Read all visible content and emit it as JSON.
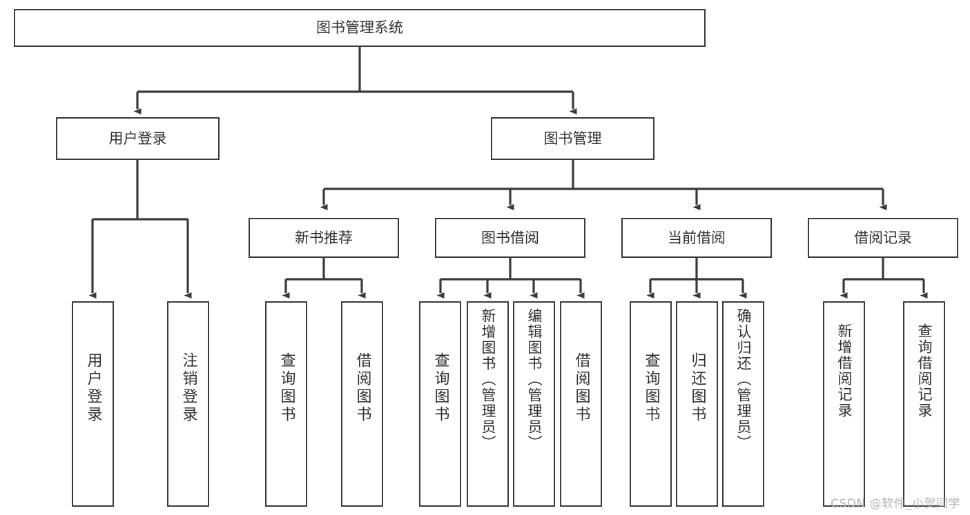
{
  "diagram": {
    "type": "tree",
    "title": "图书管理系统",
    "watermark": "CSDN @软件_小贺同学",
    "colors": {
      "box_border": "#3a3a3a",
      "box_fill": "#ffffff",
      "connector": "#3a3a3a",
      "text": "#2f2f2f",
      "watermark": "#b4b4b4",
      "background": "#ffffff"
    },
    "levels": {
      "root": {
        "label": "图书管理系统"
      },
      "level2": [
        {
          "id": "user-login",
          "label": "用户登录"
        },
        {
          "id": "book-management",
          "label": "图书管理"
        }
      ],
      "level3": [
        {
          "id": "new-book-recommend",
          "label": "新书推荐",
          "parent": "book-management"
        },
        {
          "id": "book-borrow",
          "label": "图书借阅",
          "parent": "book-management"
        },
        {
          "id": "current-borrow",
          "label": "当前借阅",
          "parent": "book-management"
        },
        {
          "id": "borrow-record",
          "label": "借阅记录",
          "parent": "book-management"
        }
      ],
      "leaves": [
        {
          "id": "leaf-user-login",
          "label": "用户登录",
          "parent": "user-login"
        },
        {
          "id": "leaf-logout-login",
          "label": "注销登录",
          "parent": "user-login"
        },
        {
          "id": "leaf-query-book-1",
          "label": "查询图书",
          "parent": "new-book-recommend"
        },
        {
          "id": "leaf-borrow-book-1",
          "label": "借阅图书",
          "parent": "new-book-recommend"
        },
        {
          "id": "leaf-query-book-2",
          "label": "查询图书",
          "parent": "book-borrow"
        },
        {
          "id": "leaf-add-book",
          "label": "新增图书（管理员）",
          "parent": "book-borrow"
        },
        {
          "id": "leaf-edit-book",
          "label": "编辑图书（管理员）",
          "parent": "book-borrow"
        },
        {
          "id": "leaf-borrow-book-2",
          "label": "借阅图书",
          "parent": "book-borrow"
        },
        {
          "id": "leaf-query-book-3",
          "label": "查询图书",
          "parent": "current-borrow"
        },
        {
          "id": "leaf-return-book",
          "label": "归还图书",
          "parent": "current-borrow"
        },
        {
          "id": "leaf-confirm-return",
          "label": "确认归还（管理员）",
          "parent": "current-borrow"
        },
        {
          "id": "leaf-add-record",
          "label": "新增借阅记录",
          "parent": "borrow-record"
        },
        {
          "id": "leaf-query-record",
          "label": "查询借阅记录",
          "parent": "borrow-record"
        }
      ]
    }
  }
}
